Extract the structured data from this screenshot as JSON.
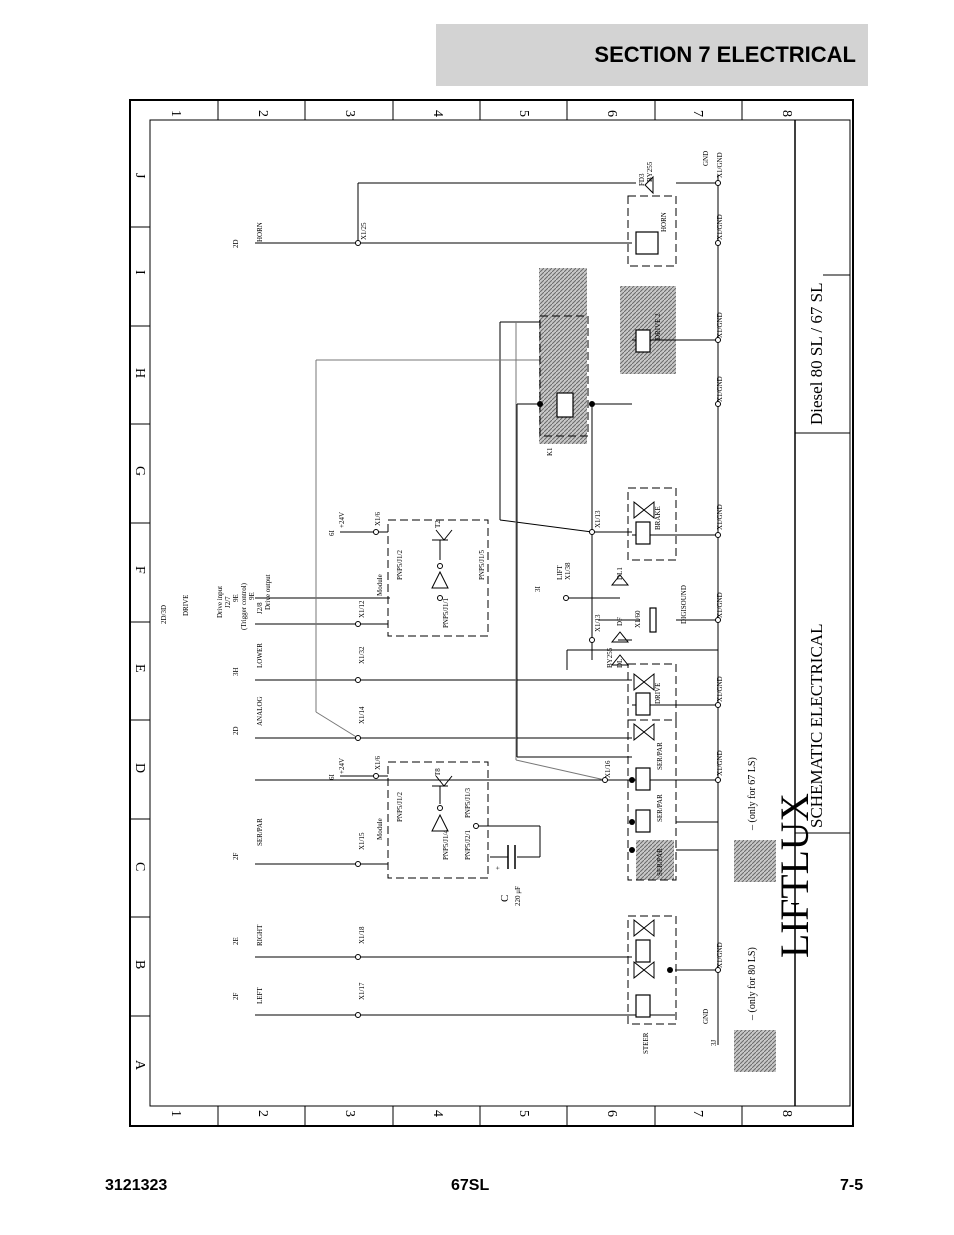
{
  "header": {
    "section_title": "SECTION 7   ELECTRICAL"
  },
  "footer": {
    "doc_number": "3121323",
    "model": "67SL",
    "page": "7-5"
  },
  "frame": {
    "columns": [
      "1",
      "2",
      "3",
      "4",
      "5",
      "6",
      "7",
      "8"
    ],
    "rows": [
      "A",
      "B",
      "C",
      "D",
      "E",
      "F",
      "G",
      "H",
      "I",
      "J"
    ]
  },
  "title_block": {
    "brand": "LIFTLUX",
    "title": "SCHEMATIC ELECTRICAL",
    "subtitle": "Diesel  80 SL / 67 SL"
  },
  "legend": {
    "only_80": "– (only for 80 LS)",
    "only_67": "– (only for 67 LS)"
  },
  "signals": {
    "left": "LEFT",
    "right": "RIGHT",
    "serpar": "SER/PAR",
    "analog": "ANALOG",
    "lower": "LOWER",
    "drive": "DRIVE",
    "horn": "HORN",
    "ref_2f": "2F",
    "ref_2e": "2E",
    "ref_2d": "2D",
    "ref_3h": "3H",
    "ref_2d3d": "2D/3D",
    "x1_17": "X1/17",
    "x1_18": "X1/18",
    "x1_15": "X1/15",
    "x1_16": "X1/16",
    "x1_14": "X1/14",
    "x1_32": "X1/32",
    "x1_12": "X1/12",
    "x1_25": "X1/25",
    "x1_6": "X1/6",
    "x1_13": "X1/13",
    "x1_38": "X1/38",
    "x1_60": "X1/60",
    "x1_gnd": "X1/GND",
    "p24v": "+24V",
    "ref_6i": "6I",
    "ref_3j": "3J",
    "ref_3i": "3I",
    "gnd": "GND",
    "drive_input": "Drive input",
    "trigger": "(Trigger control)",
    "drive_output": "Drive output",
    "j27": "J2/7",
    "j28": "J2/8",
    "ref_9e": "9E",
    "module": "Module",
    "t2": "T2",
    "t8": "T8",
    "pnp_j12": "PNP5/J1/2",
    "pnp_j11": "PNP5/J1/1",
    "pnp_j15": "PNP5/J1/5",
    "pnp_j14": "PNP5/J1/4",
    "pnp_j21": "PNP5/J2/1",
    "pnp_j13": "PNP5/J1/3",
    "cap_c": "C",
    "cap_val": "220 μF",
    "plus": "+",
    "steer": "STEER",
    "brake": "BRAKE",
    "dl1": "DL1",
    "df": "DF",
    "dl": "DL",
    "by255": "BY255",
    "digisound": "DIGISOUND",
    "lift": "LIFT",
    "k1": "K1",
    "fd3": "FD3",
    "drive2": "DRIVE 2"
  }
}
